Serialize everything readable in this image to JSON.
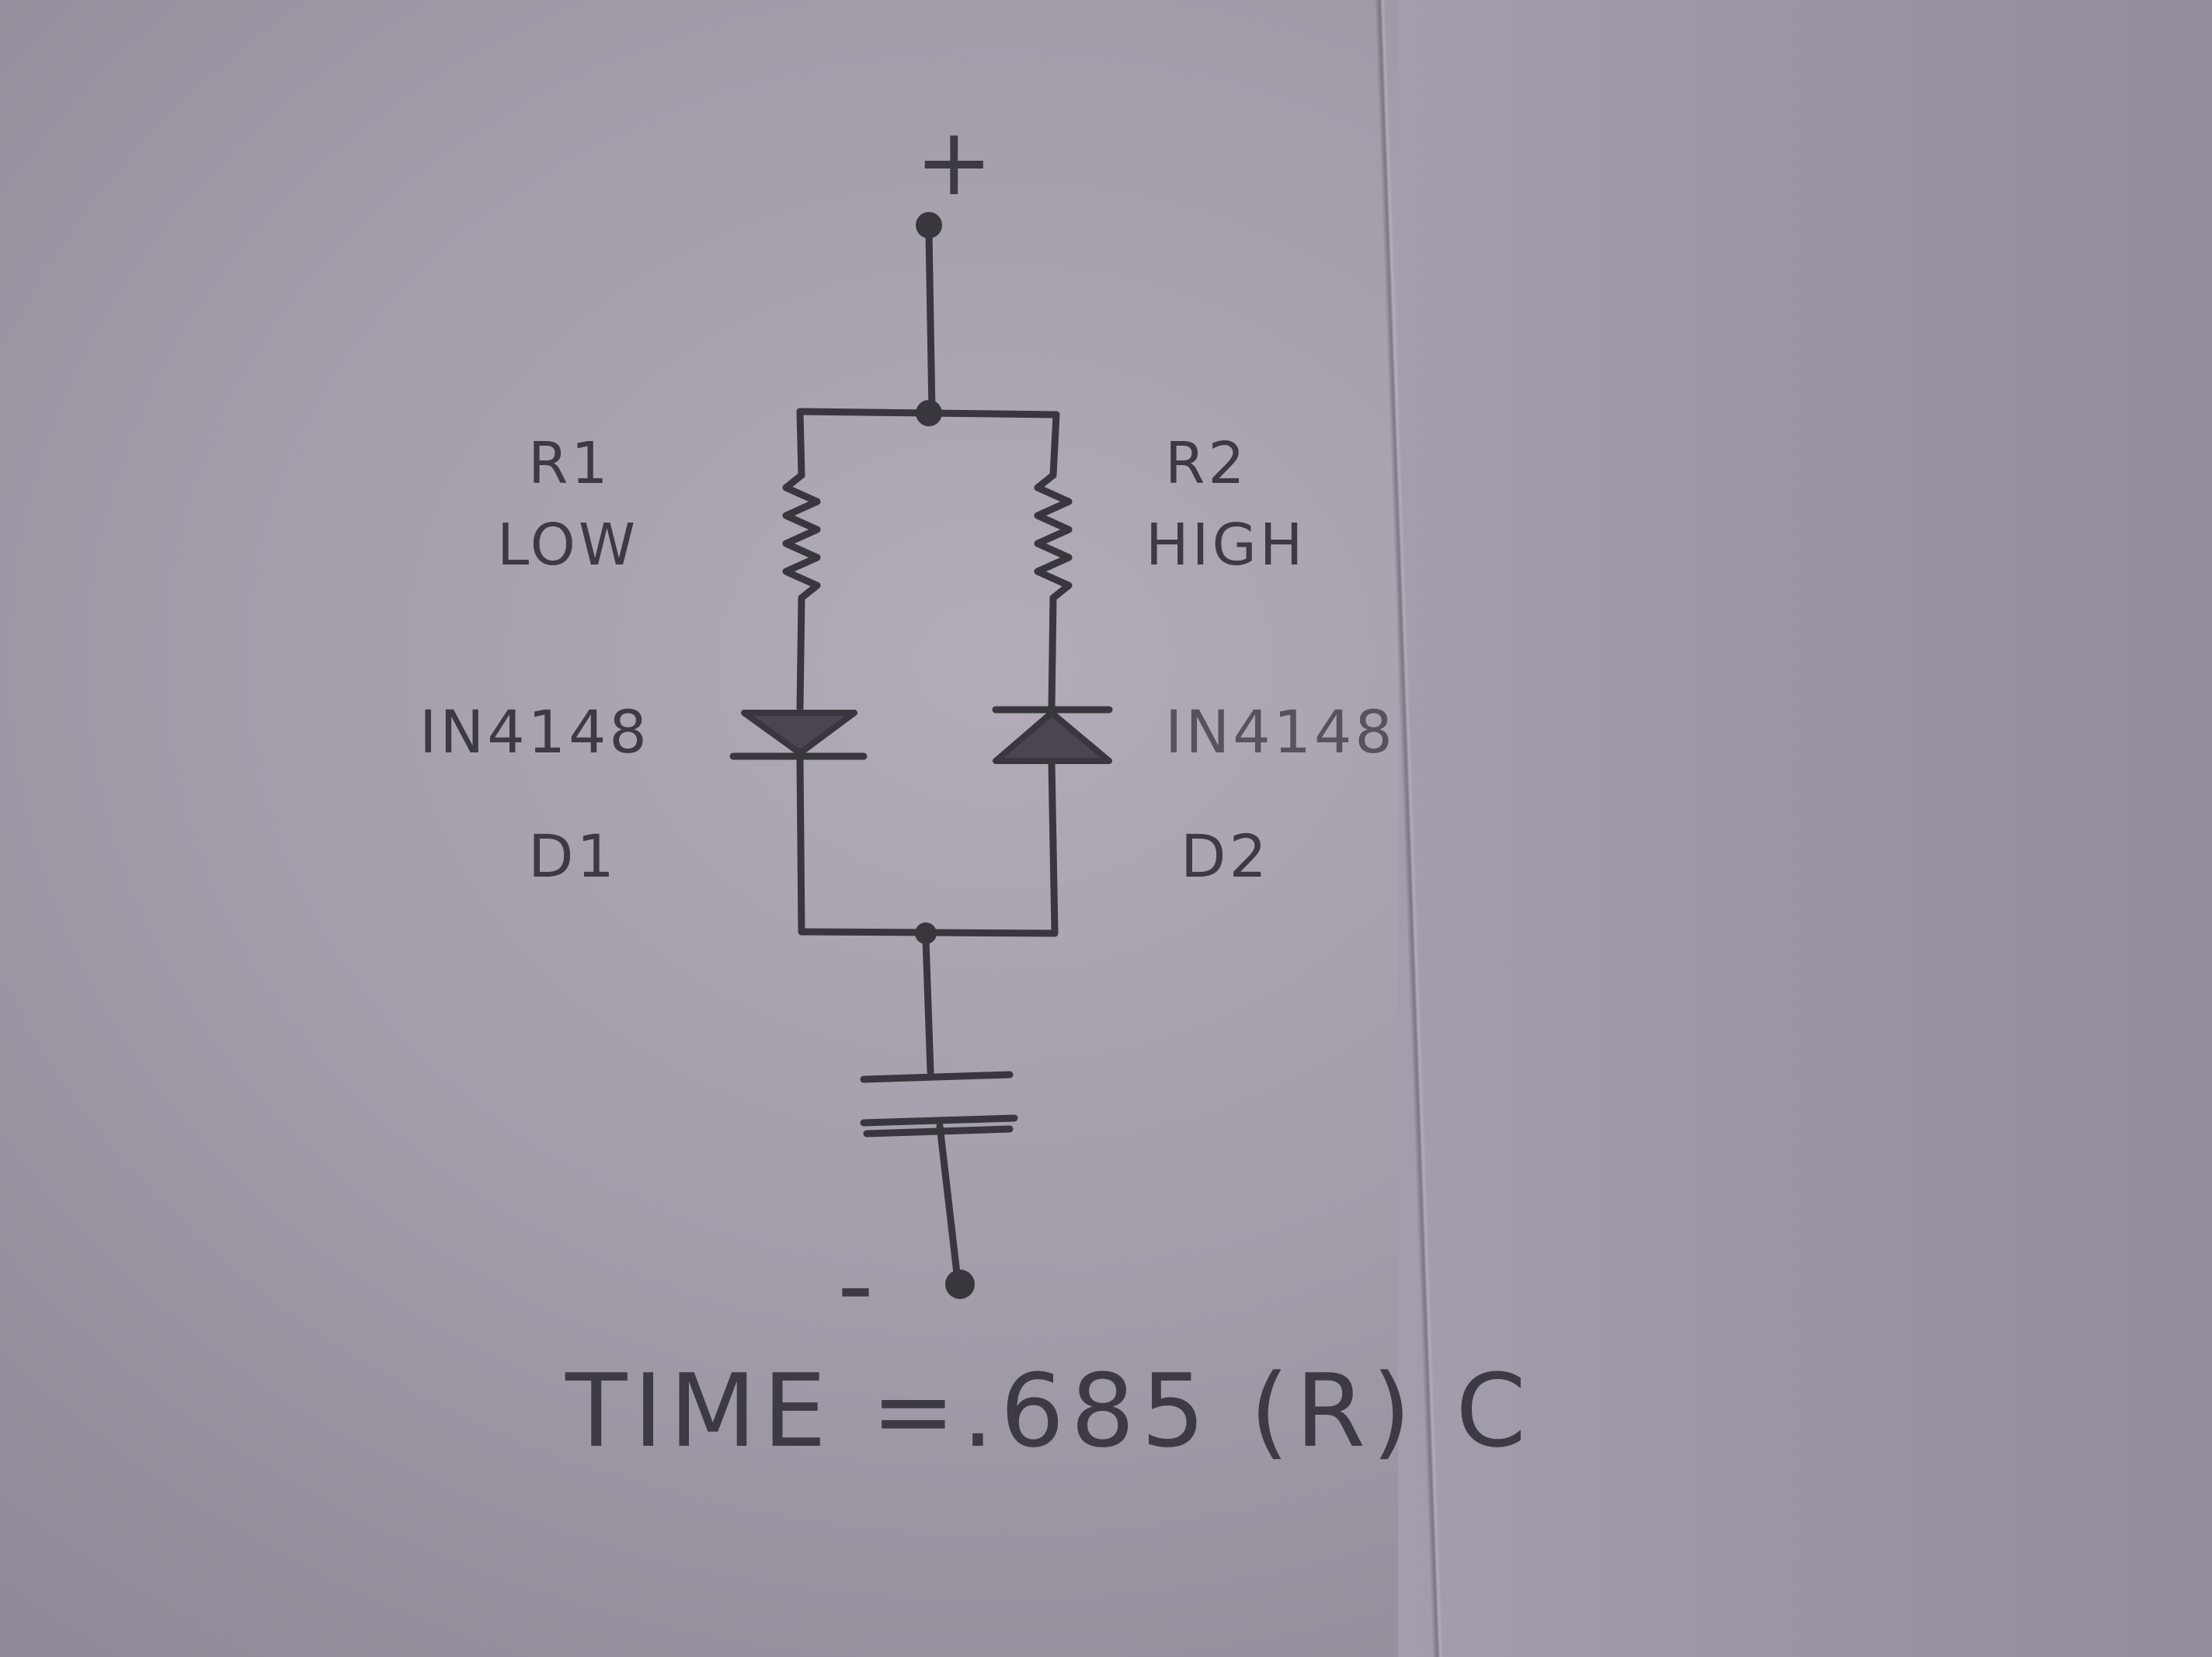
{
  "diagram": {
    "terminal_positive": "+",
    "terminal_negative": "-",
    "resistor_1": {
      "name": "R1",
      "value": "LOW"
    },
    "resistor_2": {
      "name": "R2",
      "value": "HIGH"
    },
    "diode_1": {
      "part": "IN4148",
      "name": "D1"
    },
    "diode_2": {
      "part": "IN4148",
      "name": "D2"
    },
    "formula": "TIME =.685 (R) C"
  },
  "colors": {
    "paper": "#a9a2ae",
    "ink": "#3a363e"
  }
}
